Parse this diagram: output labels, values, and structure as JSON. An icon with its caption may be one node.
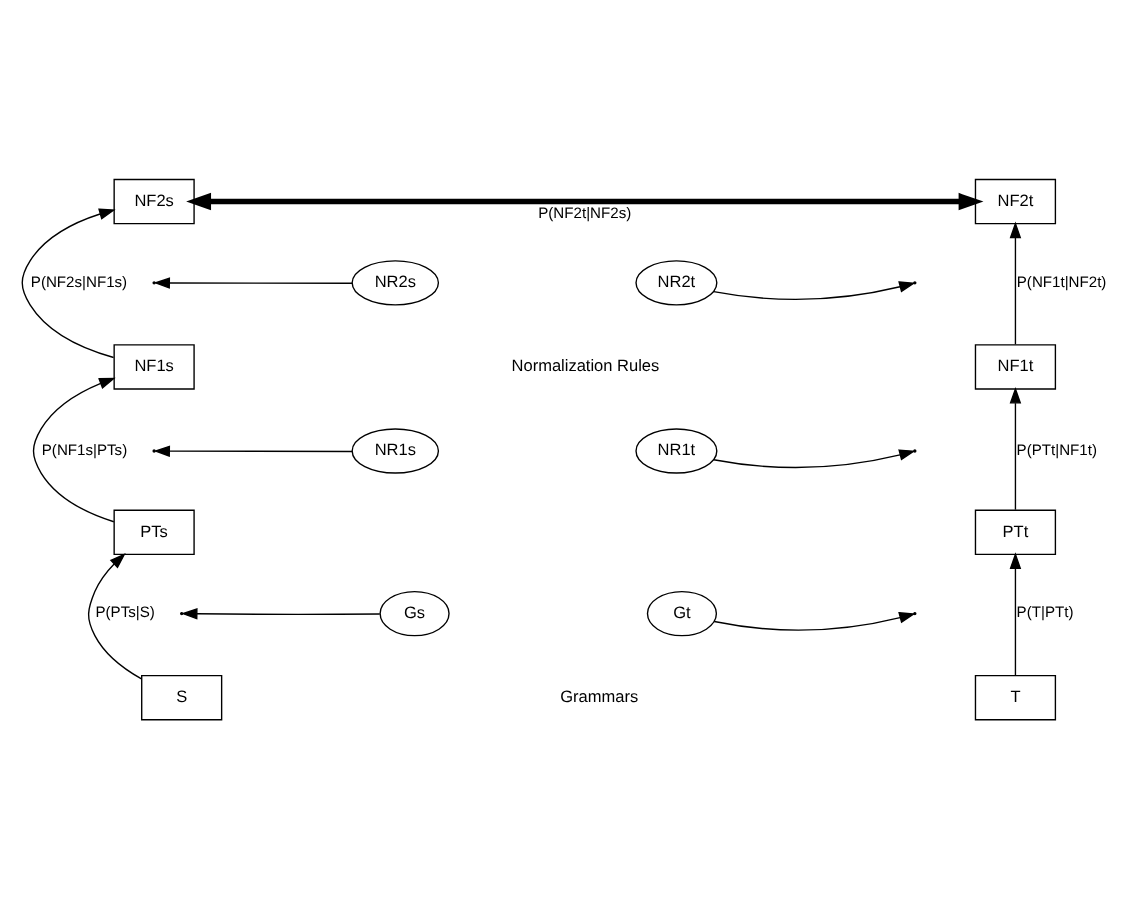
{
  "diagram": {
    "nodes": [
      {
        "text": [
          "NF2s"
        ]
      },
      {
        "text": [
          "NF2t"
        ]
      },
      {
        "text": [
          "NR2s"
        ]
      },
      {
        "text": [
          "NR2t"
        ]
      },
      {
        "text": [
          "NF1s"
        ]
      },
      {
        "text": [
          "NF1t"
        ]
      },
      {
        "text": [
          "NR1s"
        ]
      },
      {
        "text": [
          "NR1t"
        ]
      },
      {
        "text": [
          "PTs"
        ]
      },
      {
        "text": [
          "PTt"
        ]
      },
      {
        "text": [
          "Gs"
        ]
      },
      {
        "text": [
          "Gt"
        ]
      },
      {
        "text": [
          "S"
        ]
      },
      {
        "text": [
          "T"
        ]
      }
    ],
    "edges": [
      {
        "from": 0,
        "to": 1,
        "arrow": "both",
        "label": "P(NF2t|NF2s)",
        "style": "thick"
      },
      {
        "from": 4,
        "to": 0,
        "arrow": "to",
        "label": "P(NF2s|NF1s)"
      },
      {
        "from": 2,
        "to": null,
        "arrow": "to"
      },
      {
        "from": 5,
        "to": 1,
        "arrow": "to",
        "label": "P(NF1t|NF2t)"
      },
      {
        "from": 3,
        "to": null,
        "arrow": "to"
      },
      {
        "from": 8,
        "to": 4,
        "arrow": "to",
        "label": "P(NF1s|PTs)"
      },
      {
        "from": 6,
        "to": null,
        "arrow": "to"
      },
      {
        "from": 9,
        "to": 5,
        "arrow": "to",
        "label": "P(PTt|NF1t)"
      },
      {
        "from": 7,
        "to": null,
        "arrow": "to"
      },
      {
        "from": 12,
        "to": 8,
        "arrow": "to",
        "label": "P(PTs|S)"
      },
      {
        "from": 10,
        "to": null,
        "arrow": "to"
      },
      {
        "from": 13,
        "to": 9,
        "arrow": "to",
        "label": "P(T|PTt)"
      },
      {
        "from": 11,
        "to": null,
        "arrow": "to"
      }
    ],
    "labels": [
      "Normalization Rules",
      "Grammars"
    ]
  }
}
